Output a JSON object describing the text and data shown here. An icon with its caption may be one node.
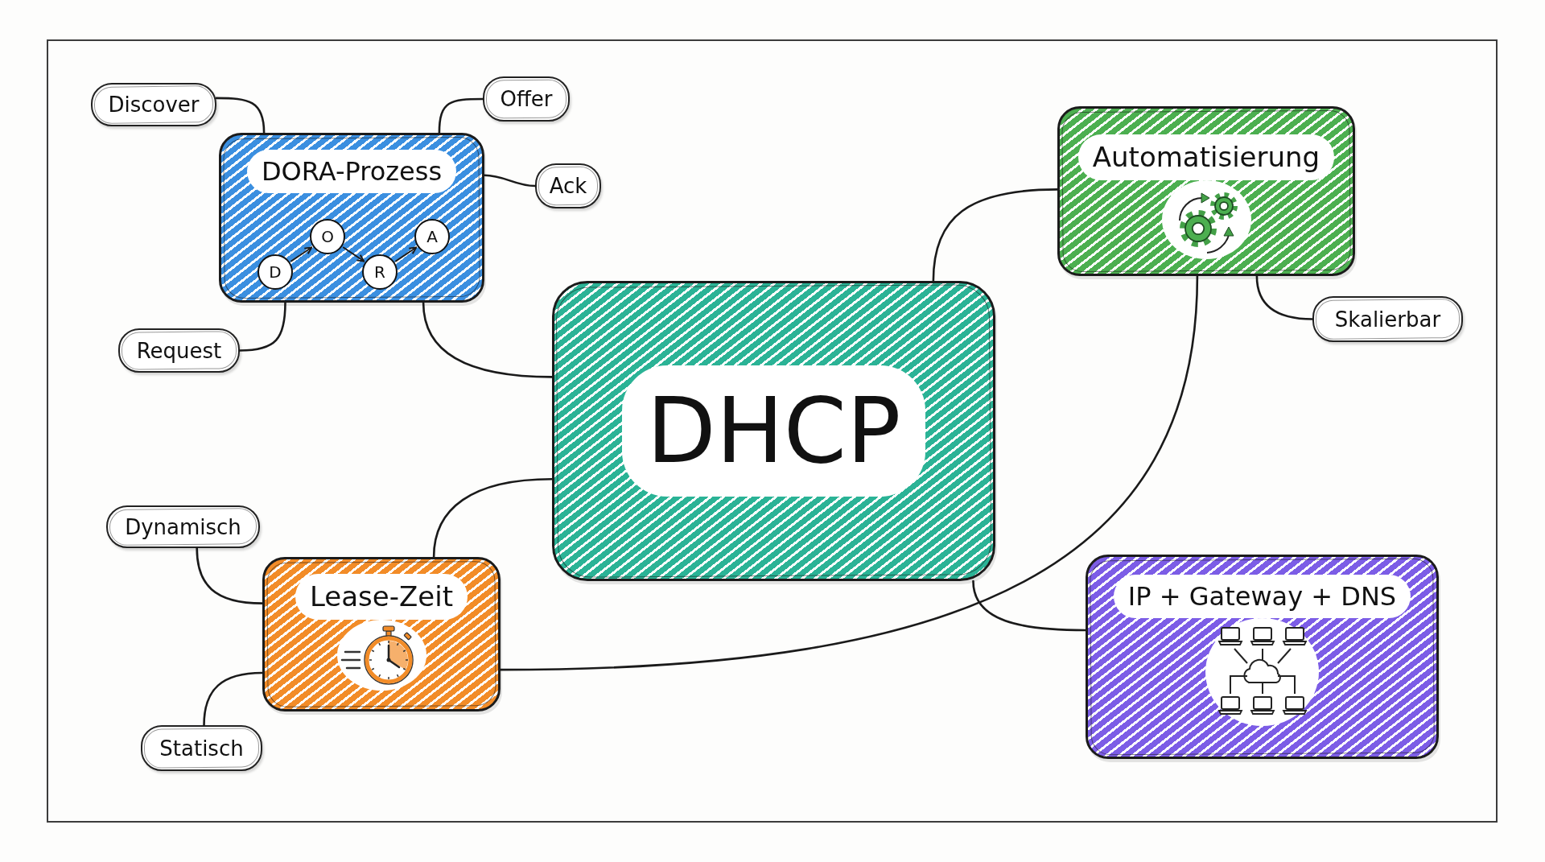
{
  "diagram": {
    "nodes": [
      {
        "text": [
          "Discover"
        ]
      },
      {
        "text": [
          "Offer"
        ]
      },
      {
        "text": [
          "DORA-Prozess"
        ]
      },
      {
        "text": [
          "D"
        ],
        "in": 2
      },
      {
        "text": [
          "O"
        ],
        "in": 2
      },
      {
        "text": [
          "R"
        ],
        "in": 2
      },
      {
        "text": [
          "A"
        ],
        "in": 2
      },
      {
        "text": [
          "Ack"
        ]
      },
      {
        "text": [
          "Automatisierung"
        ]
      },
      {
        "text": [
          "Skalierbar"
        ]
      },
      {
        "text": [
          "Request"
        ]
      },
      {
        "text": [
          "DHCP"
        ]
      },
      {
        "text": [
          "Dynamisch"
        ]
      },
      {
        "text": [
          "Lease-Zeit"
        ]
      },
      {
        "text": [
          "IP + Gateway + DNS"
        ]
      },
      {
        "text": [
          "Statisch"
        ]
      }
    ],
    "edges": [
      {
        "from": 0,
        "to": 2,
        "arrow": "none"
      },
      {
        "from": 1,
        "to": 2,
        "arrow": "none"
      },
      {
        "from": 7,
        "to": 2,
        "arrow": "none"
      },
      {
        "from": 10,
        "to": 2,
        "arrow": "none"
      },
      {
        "from": 3,
        "to": 4,
        "arrow": "to"
      },
      {
        "from": 4,
        "to": 5,
        "arrow": "to"
      },
      {
        "from": 5,
        "to": 6,
        "arrow": "to"
      },
      {
        "from": 2,
        "to": 11,
        "arrow": "none"
      },
      {
        "from": 8,
        "to": 11,
        "arrow": "none"
      },
      {
        "from": 9,
        "to": 8,
        "arrow": "none"
      },
      {
        "from": 8,
        "to": 13,
        "arrow": "none"
      },
      {
        "from": 12,
        "to": 13,
        "arrow": "none"
      },
      {
        "from": 15,
        "to": 13,
        "arrow": "none"
      },
      {
        "from": 13,
        "to": 11,
        "arrow": "none"
      },
      {
        "from": 11,
        "to": 14,
        "arrow": "none"
      }
    ]
  }
}
